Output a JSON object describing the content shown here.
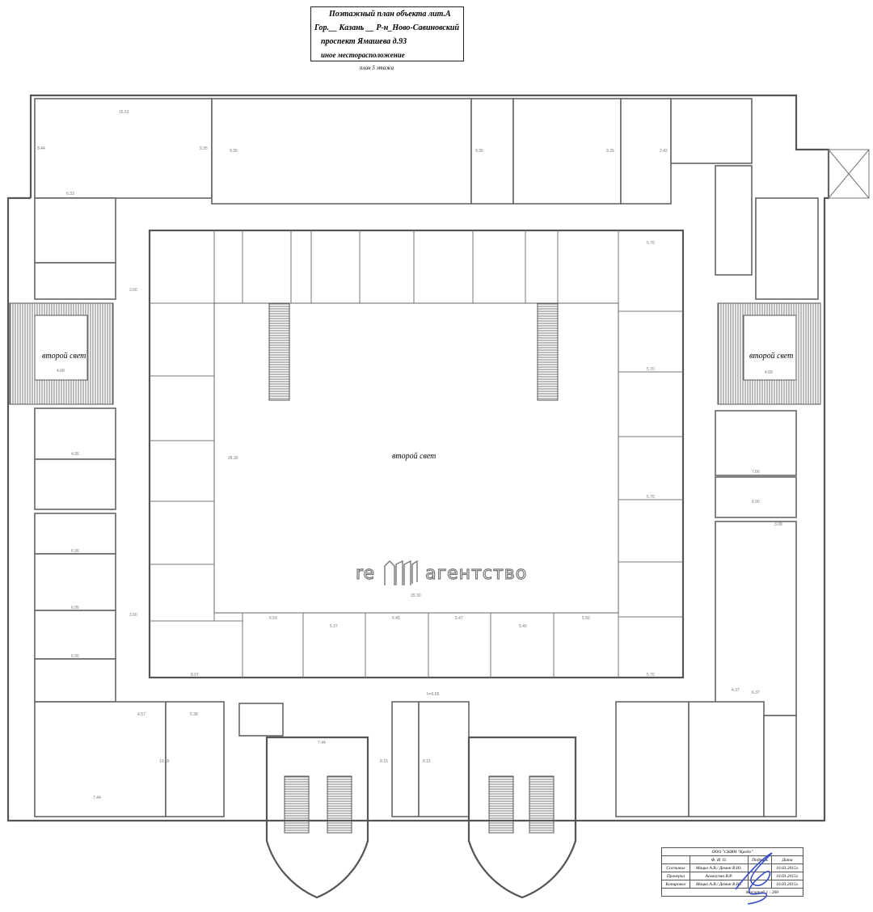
{
  "header": {
    "line1": "Поэтажный план объекта лит.А",
    "line2": "Гор.__ Казань __  Р-н_Ново-Савиновский",
    "line3": "проспект Ямашева  д.93",
    "line4": "иное месторасположение",
    "floor": "план 5 этажа"
  },
  "labels": {
    "light_left": "второй свет",
    "light_right": "второй свет",
    "light_center": "второй свет"
  },
  "watermark": {
    "left": "re",
    "right": "агентство"
  },
  "dimensions": [
    "15.53",
    "8.44",
    "9.35",
    "6.33",
    "9.35",
    "9.35",
    "9.35",
    "2.42",
    "3.00",
    "3.00",
    "26.30",
    "35.30",
    "4.68",
    "4.68",
    "5.59",
    "5.37",
    "5.45",
    "5.47",
    "5.45",
    "5.50",
    "4.95",
    "6.95",
    "6.95",
    "6.95",
    "4.57",
    "5.38",
    "7.44",
    "7.44",
    "8.07",
    "7.06",
    "6.90",
    "3.08",
    "4.37",
    "h=6.65",
    "5.70",
    "5.70",
    "5.70",
    "5.70",
    "6.37",
    "10.55",
    "8.15",
    "8.15"
  ],
  "title_block": {
    "org": "ООО \"СКИН \"Кредо\"",
    "col_fio": "Ф.  И.  О.",
    "col_sign": "Подпись",
    "col_date": "Дата",
    "rows": [
      {
        "role": "Составил",
        "name": "Мацко А.В./ Демин В.Ю.",
        "date": "10.03.2015г."
      },
      {
        "role": "Проверил",
        "name": "Асаахузин В.Р.",
        "date": "10.03.2015г."
      },
      {
        "role": "Копировал",
        "name": "Мацко А.В./ Демин В.Ю.",
        "date": "10.03.2015г."
      }
    ],
    "scale": "Масштаб  1 : 200"
  }
}
